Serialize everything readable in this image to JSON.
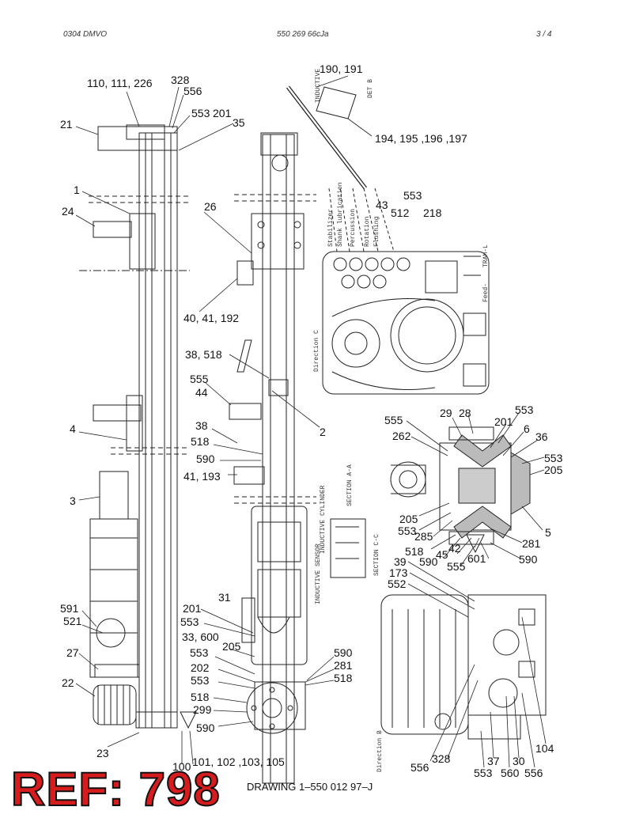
{
  "header": {
    "left": "0304 DMVO",
    "center": "550 269 66cJa",
    "right": "3 /   4"
  },
  "labels": {
    "l110": "110, 111, 226",
    "l328a": "328",
    "l556a": "556",
    "l553a": "553",
    "l201a": "201",
    "l35": "35",
    "l21": "21",
    "l1": "1",
    "l24": "24",
    "l26": "26",
    "l40": "40, 41, 192",
    "l190": "190, 191",
    "l194": "194, 195 ,196 ,197",
    "l553b": "553",
    "l43": "43",
    "l512": "512",
    "l218": "218",
    "l38a": "38, 518",
    "l555a": "555",
    "l44": "44",
    "l2": "2",
    "l38b": "38",
    "l518a": "518",
    "l590a": "590",
    "l41": "41, 193",
    "l4": "4",
    "l3": "3",
    "l555b": "555",
    "l262": "262",
    "l29": "29",
    "l28": "28",
    "l553c": "553",
    "l201b": "201",
    "l6": "6",
    "l36": "36",
    "l553d": "553",
    "l205a": "205",
    "l205b": "205",
    "l553e": "553",
    "l285": "285",
    "l5": "5",
    "l281a": "281",
    "l518b": "518",
    "l590b": "590",
    "l45": "45",
    "l42": "42",
    "l555c": "555",
    "l601": "601",
    "l590c": "590",
    "l39": "39",
    "l173": "173",
    "l552": "552",
    "l31": "31",
    "l201c": "201",
    "l553f": "553",
    "l205c": "205",
    "l33": "33, 600",
    "l591": "591",
    "l521": "521",
    "l27": "27",
    "l22": "22",
    "l553g": "553",
    "l202": "202",
    "l553h": "553",
    "l518c": "518",
    "l299": "299",
    "l590d": "590",
    "l590e": "590",
    "l281b": "281",
    "l518d": "518",
    "l23": "23",
    "l100": "100",
    "l101": "101, 102 ,103, 105",
    "l556b": "556",
    "l328b": "328",
    "l553i": "553",
    "l37": "37",
    "l560": "560",
    "l30": "30",
    "l556c": "556",
    "l104": "104",
    "secA": "SECTION A-A",
    "secC": "SECTION C-C",
    "dirC": "Direction C",
    "dirB": "Direction B",
    "inductive1": "INDUCTIVE",
    "detB": "DET B",
    "indCyl": "INDUCTIVE CYLINDER",
    "indSensor": "INDUCTIVE SENSOR",
    "stab": "Stabilizer",
    "shank": "Shank lubrication",
    "perc": "Percussion",
    "rot": "Rotation",
    "flush": "Flushing",
    "tramL": "TRAM-L",
    "feed": "Feed-"
  },
  "footer": {
    "title": "DRAWING 1–550 012 97–J"
  },
  "stamp": {
    "text": "REF: 798",
    "color": "#d61c1c"
  }
}
